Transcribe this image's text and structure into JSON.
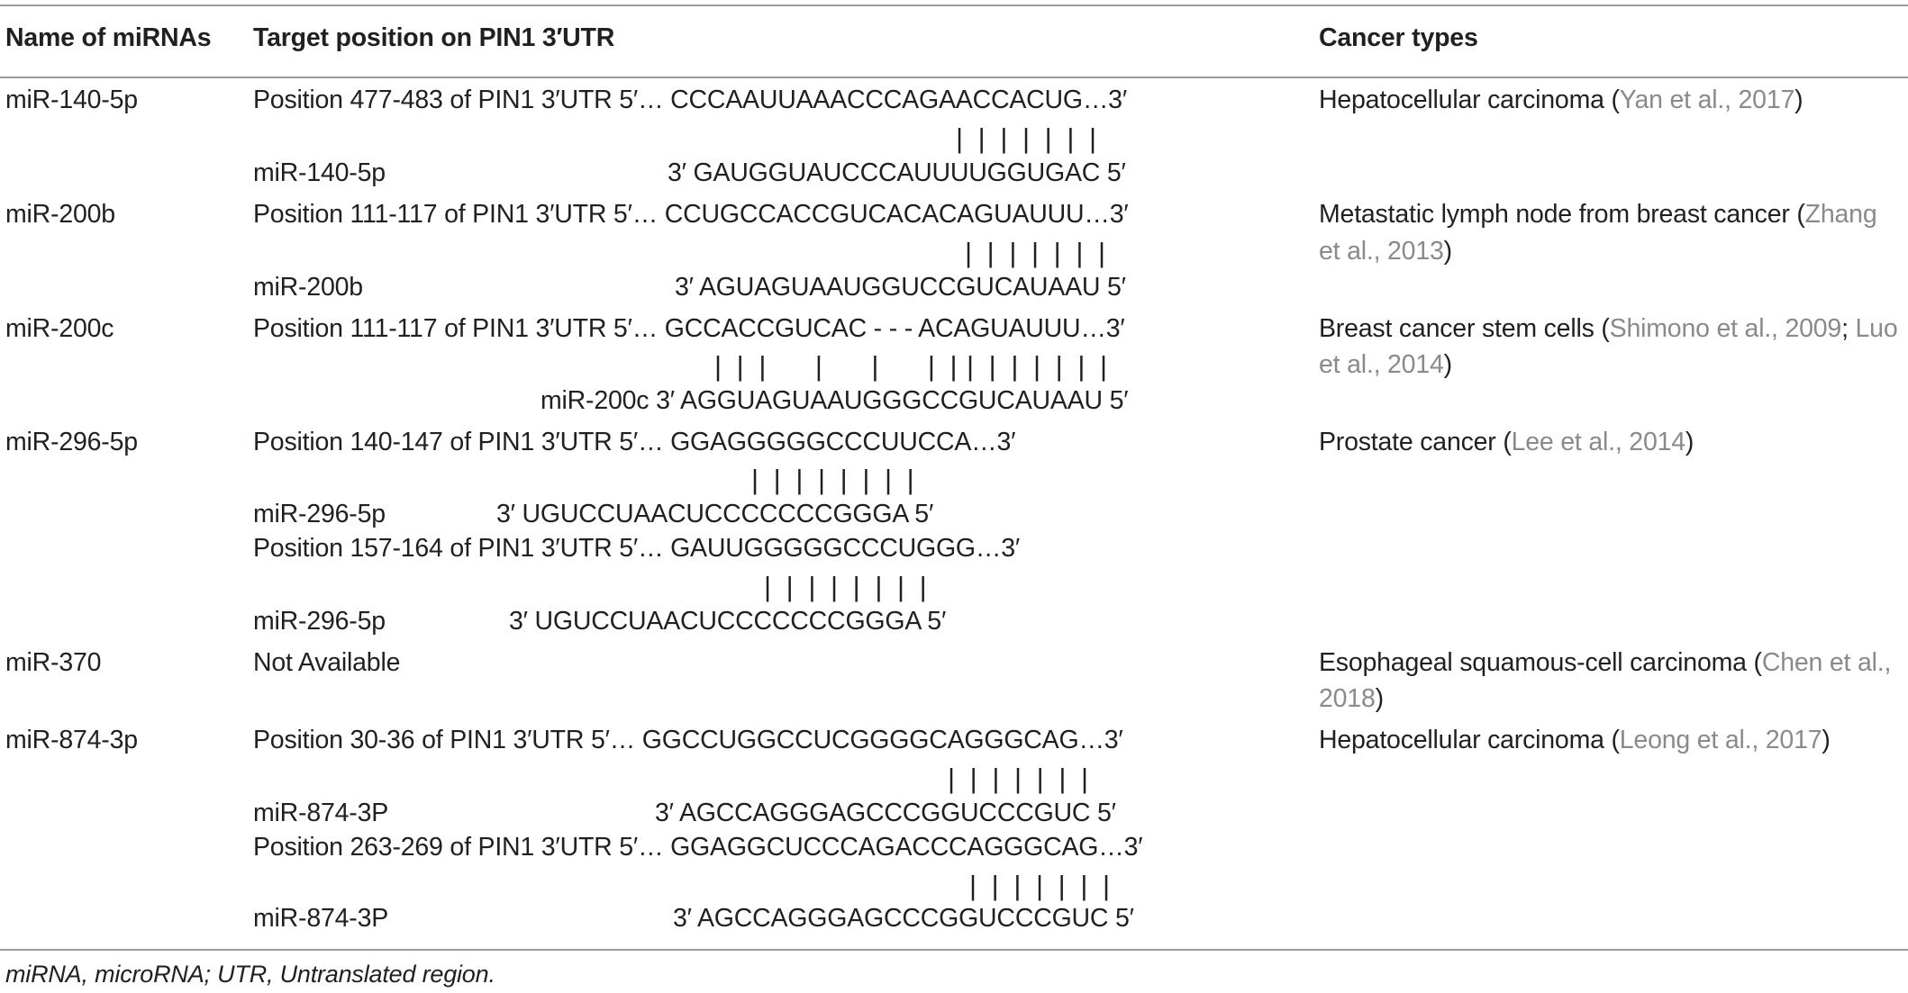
{
  "headers": {
    "col1": "Name of miRNAs",
    "col2": "Target position on PIN1 3′UTR",
    "col3": "Cancer types"
  },
  "rows": [
    {
      "name": "miR-140-5p",
      "target": [
        "Position 477-483 of PIN1 3′UTR 5′… CCCAAUUAAACCCAGAACCACUG…3′",
        "| | | | | | |",
        "miR-140-5p",
        "3′ GAUGGUAUCCCAUUUUGGUGAC 5′"
      ],
      "cancer": [
        "Hepatocellular carcinoma (",
        "Yan et al., 2017",
        ")"
      ]
    },
    {
      "name": "miR-200b",
      "target": [
        "Position 111-117 of PIN1 3′UTR 5′… CCUGCCACCGUCACACAGUAUUU…3′",
        "| | | | | | |",
        "miR-200b",
        "3′ AGUAGUAAUGGUCCGUCAUAAU 5′"
      ],
      "cancer": [
        "Metastatic lymph node from breast cancer (",
        "Zhang",
        "et al., 2013",
        ")"
      ]
    },
    {
      "name": "miR-200c",
      "target": [
        "Position 111-117 of PIN1 3′UTR 5′… GCCACCGUCAC - - - ACAGUAUUU…3′",
        "| | |    |    |    | |",
        "| | | | | | |",
        "miR-200c 3′ AGGUAGUAAUGGGCCGUCAUAAU 5′"
      ],
      "cancer": [
        "Breast cancer stem cells (",
        "Shimono et al., 2009",
        "; ",
        "Luo",
        "et al., 2014",
        ")"
      ]
    },
    {
      "name": "miR-296-5p",
      "target": [
        "Position 140-147 of PIN1 3′UTR 5′… GGAGGGGGCCCUUCCA…3′",
        "| | | | | | | |",
        "miR-296-5p",
        "3′ UGUCCUAACUCCCCCCCGGGA 5′",
        "Position 157-164 of PIN1 3′UTR 5′… GAUUGGGGGCCCUGGG…3′",
        "| | | | | | | |",
        "miR-296-5p",
        "3′ UGUCCUAACUCCCCCCCGGGA 5′"
      ],
      "cancer": [
        "Prostate cancer (",
        "Lee et al., 2014",
        ")"
      ]
    },
    {
      "name": "miR-370",
      "target": [
        "Not Available"
      ],
      "cancer": [
        "Esophageal squamous-cell carcinoma (",
        "Chen et al.,",
        "2018",
        ")"
      ]
    },
    {
      "name": "miR-874-3p",
      "target": [
        "Position 30-36 of PIN1 3′UTR 5′… GGCCUGGCCUCGGGGCAGGGCAG…3′",
        "| | | | | | |",
        "miR-874-3P",
        "3′ AGCCAGGGAGCCCGGUCCCGUC 5′",
        "Position 263-269 of PIN1 3′UTR 5′… GGAGGCUCCCAGACCCAGGGCAG…3′",
        "| | | | | | |",
        "miR-874-3P",
        "3′ AGCCAGGGAGCCCGGUCCCGUC 5′"
      ],
      "cancer": [
        "Hepatocellular carcinoma (",
        "Leong et al., 2017",
        ")"
      ]
    }
  ],
  "footnote": "miRNA, microRNA; UTR, Untranslated region."
}
